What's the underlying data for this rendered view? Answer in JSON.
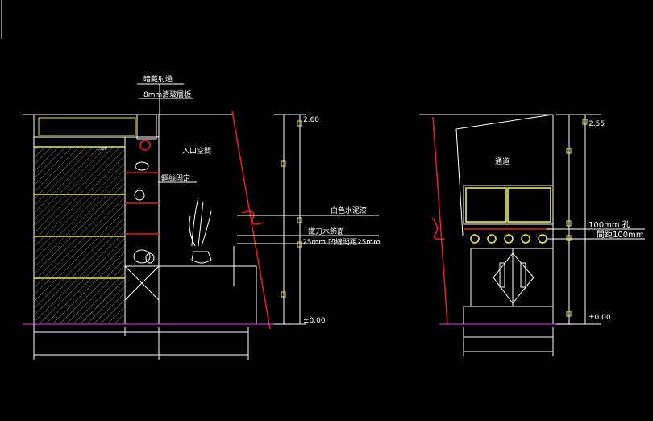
{
  "left_elevation": {
    "labels": {
      "top1": "暗藏射燈",
      "top2": "8mm清玻層板",
      "entrance": "入口空間",
      "fixed": "鋼絲固定",
      "white_paint": "白色水泥漆",
      "wood": "鐵刀木飾面",
      "spacing": "25mm 凹縫間距25mm",
      "level_top": "2.60",
      "level_bottom": "±0.00",
      "small_tag": "1500"
    }
  },
  "right_elevation": {
    "labels": {
      "opening": "通道",
      "holes1": "100mm 孔",
      "holes2": "間距100mm",
      "level_top": "2.55",
      "level_bottom": "±0.00"
    }
  },
  "colors": {
    "background": "#000000",
    "line": "#ffffff",
    "accent_yellow": "#e8e85a",
    "accent_red": "#e02020",
    "floor_magenta": "#c030c0"
  }
}
